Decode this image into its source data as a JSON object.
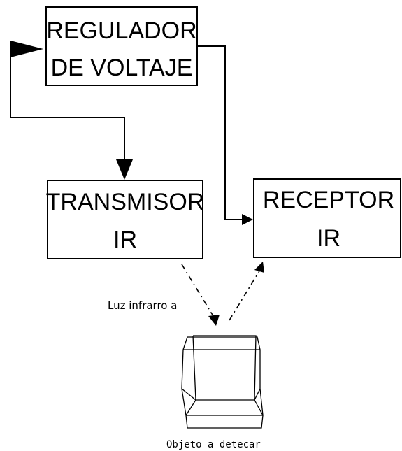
{
  "blocks": {
    "regulator": {
      "line1": "REGULADOR",
      "line2": "DE VOLTAJE"
    },
    "transmitter": {
      "line1": "TRANSMISOR",
      "line2": "IR"
    },
    "receiver": {
      "line1": "RECEPTOR",
      "line2": "IR"
    }
  },
  "labels": {
    "infrared_light": "Luz infrarro a",
    "object": "Objeto a detecar"
  },
  "colors": {
    "stroke": "#000000",
    "background": "#ffffff"
  }
}
